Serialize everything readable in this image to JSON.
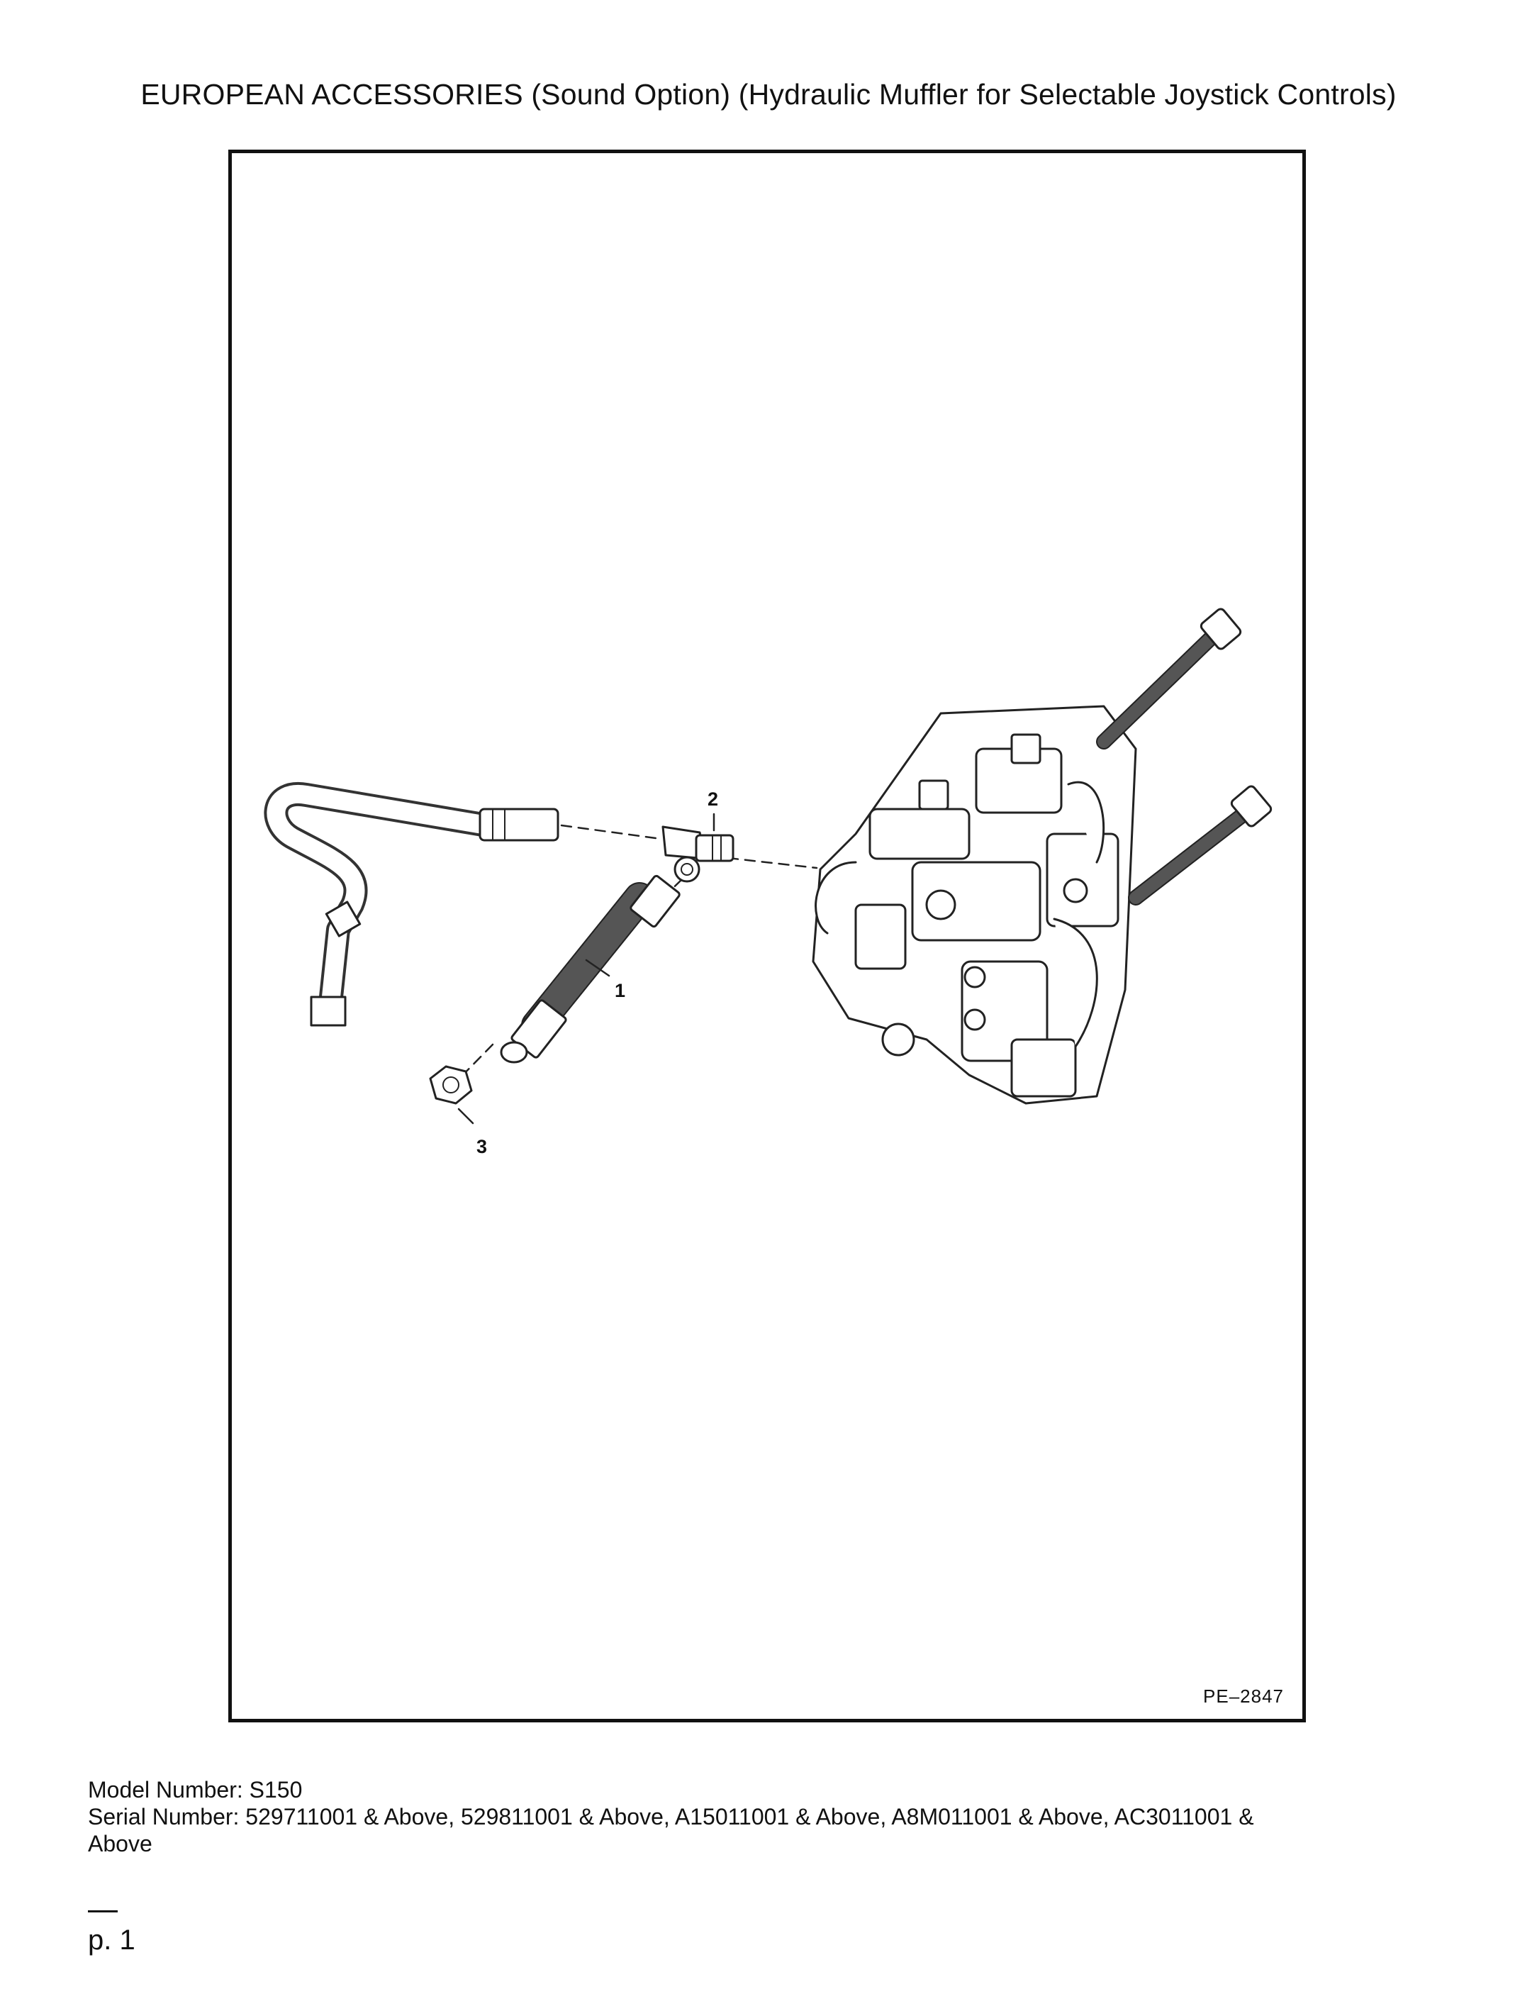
{
  "document": {
    "title": "EUROPEAN ACCESSORIES (Sound Option) (Hydraulic Muffler for Selectable Joystick Controls)",
    "figure_code": "PE–2847",
    "callouts": [
      "1",
      "2",
      "3"
    ],
    "model_line": "Model Number: S150",
    "serial_line": "Serial Number: 529711001 & Above, 529811001 & Above, A15011001 & Above, A8M011001 & Above, AC3011001 &",
    "serial_line_cont": "Above",
    "page_number": "p. 1"
  }
}
